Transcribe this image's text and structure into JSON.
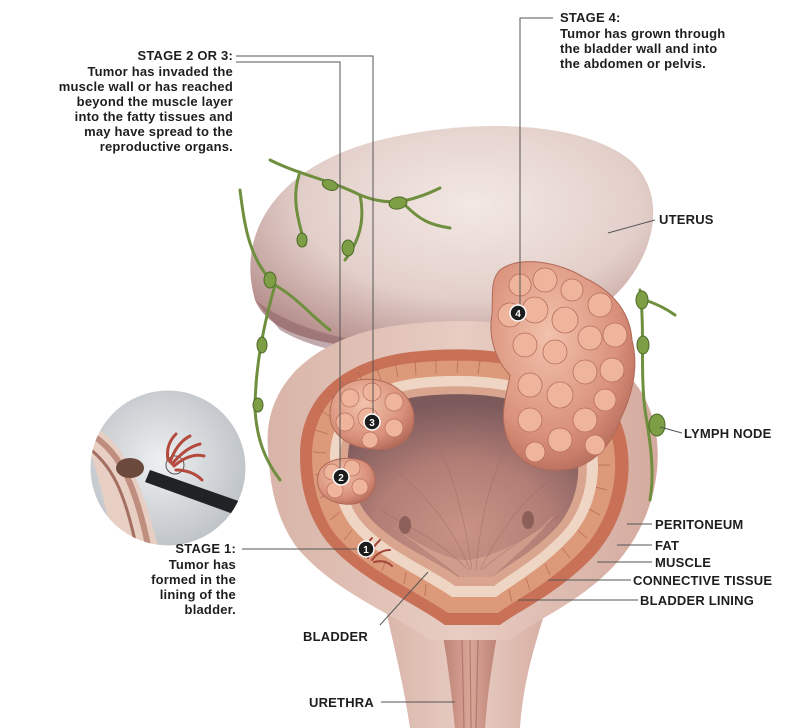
{
  "colors": {
    "uterus": "#e9d9d4",
    "bladder_wall": "#c8735e",
    "muscle": "#d08a6c",
    "interior": "#b57f77",
    "tumor": "#e4a48a",
    "lymph": "#6f8f3f",
    "leader": "#555555",
    "text": "#1e1e1e"
  },
  "labels": {
    "stage4_title": "STAGE 4:",
    "stage4_desc": "Tumor has grown through\nthe bladder wall and into\nthe abdomen or pelvis.",
    "stage23_title": "STAGE 2 OR 3:",
    "stage23_desc": "Tumor has invaded the\nmuscle wall or has reached\nbeyond the muscle layer\ninto the fatty tissues and\nmay have spread to the\nreproductive organs.",
    "stage1_title": "STAGE 1:",
    "stage1_desc": "Tumor has\nformed in the\nlining of the\nbladder.",
    "uterus": "UTERUS",
    "lymph_node": "LYMPH NODE",
    "peritoneum": "PERITONEUM",
    "fat": "FAT",
    "muscle": "MUSCLE",
    "connective_tissue": "CONNECTIVE TISSUE",
    "bladder_lining": "BLADDER LINING",
    "bladder": "BLADDER",
    "urethra": "URETHRA"
  },
  "markers": [
    "1",
    "2",
    "3",
    "4"
  ]
}
